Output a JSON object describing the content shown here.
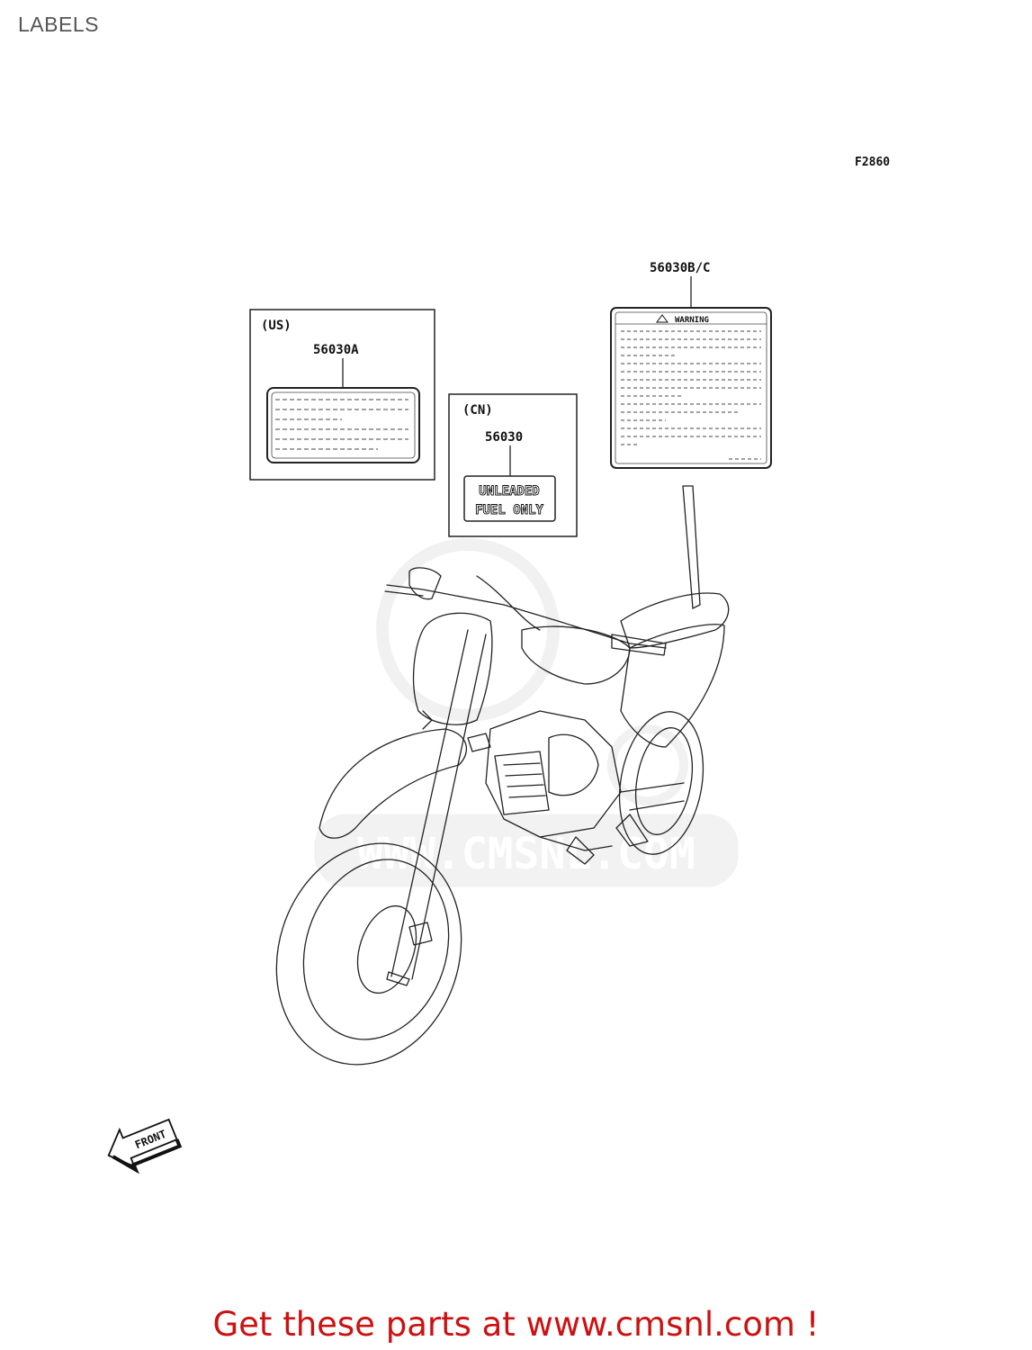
{
  "page": {
    "title": "LABELS"
  },
  "figure": {
    "code": "F2860",
    "labels": {
      "us": {
        "region": "(US)",
        "part": "56030A"
      },
      "cn": {
        "region": "(CN)",
        "part": "56030",
        "line1": "UNLEADED",
        "line2": "FUEL ONLY"
      },
      "warning": {
        "part": "56030B/C",
        "heading": "WARNING"
      }
    },
    "front_arrow": "FRONT",
    "watermark": "WWW.CMSNL.COM"
  },
  "footer": {
    "text": "Get these parts at www.cmsnl.com !",
    "color": "#cc1111"
  }
}
